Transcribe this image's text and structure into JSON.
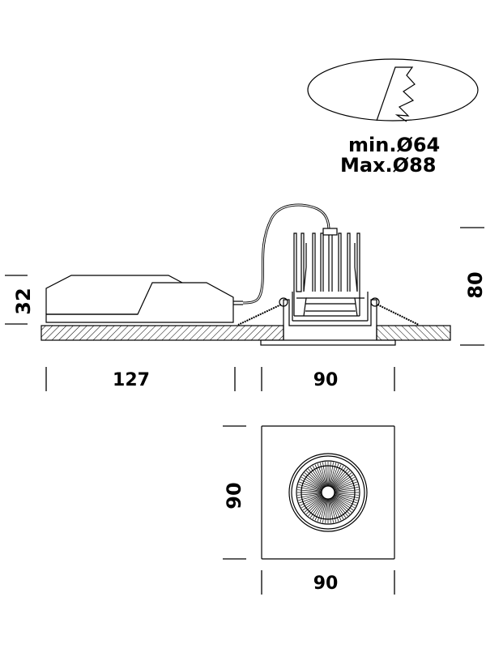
{
  "cutout": {
    "min_label": "min.Ø64",
    "max_label": "Max.Ø88"
  },
  "side_view": {
    "driver_height": "32",
    "fixture_height": "80",
    "driver_length": "127",
    "fixture_width": "90"
  },
  "top_view": {
    "height": "90",
    "width": "90"
  },
  "colors": {
    "line": "#000000",
    "background": "#ffffff"
  }
}
